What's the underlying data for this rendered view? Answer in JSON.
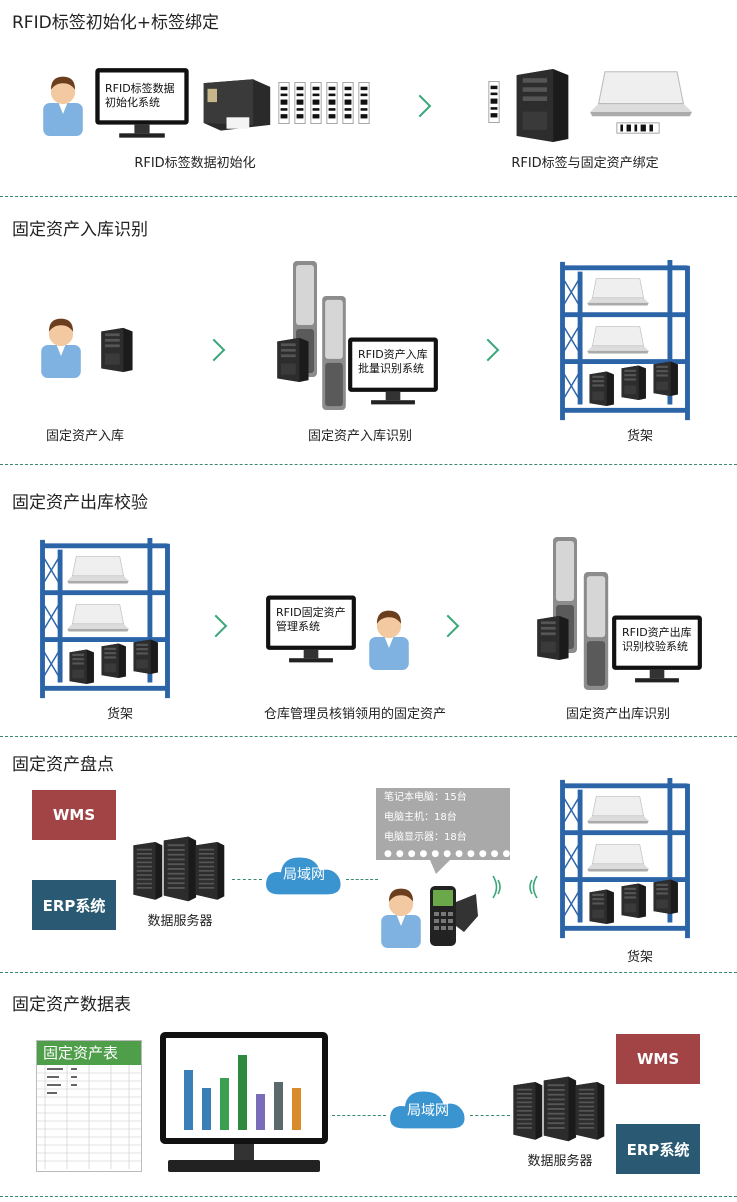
{
  "sections": {
    "s1": {
      "title": "RFID标签初始化+标签绑定",
      "monitor_text_1": "RFID标签数据",
      "monitor_text_2": "初始化系统",
      "cap_left": "RFID标签数据初始化",
      "cap_right": "RFID标签与固定资产绑定"
    },
    "s2": {
      "title": "固定资产入库识别",
      "monitor_text_1": "RFID资产入库",
      "monitor_text_2": "批量识别系统",
      "cap_left": "固定资产入库",
      "cap_mid": "固定资产入库识别",
      "cap_right": "货架"
    },
    "s3": {
      "title": "固定资产出库校验",
      "monitor_mid_1": "RFID固定资产",
      "monitor_mid_2": "管理系统",
      "monitor_right_1": "RFID资产出库",
      "monitor_right_2": "识别校验系统",
      "cap_left": "货架",
      "cap_mid": "仓库管理员核销领用的固定资产",
      "cap_right": "固定资产出库识别"
    },
    "s4": {
      "title": "固定资产盘点",
      "wms": "WMS",
      "erp": "ERP系统",
      "server_cap": "数据服务器",
      "cloud": "局域网",
      "bubble_1": "笔记本电脑：15台",
      "bubble_2": "电脑主机：18台",
      "bubble_3": "电脑显示器：18台",
      "shelf_cap": "货架"
    },
    "s5": {
      "title": "固定资产数据表",
      "sheet_title": "固定资产表",
      "cloud": "局域网",
      "wms": "WMS",
      "erp": "ERP系统",
      "server_cap": "数据服务器"
    }
  },
  "colors": {
    "divider": "#3b8a6a",
    "arrow": "#3aa77a",
    "wms": "#a24446",
    "erp": "#2a5a73",
    "cloud": "#3a94d0",
    "shelf": "#2c64a8"
  },
  "bar_chart": {
    "values": [
      60,
      42,
      52,
      75,
      36,
      48,
      42
    ],
    "colors": [
      "#3a7fb8",
      "#3a7fb8",
      "#3aa050",
      "#2e8a3e",
      "#7a6cb8",
      "#5a6a6a",
      "#d98a2b"
    ]
  }
}
